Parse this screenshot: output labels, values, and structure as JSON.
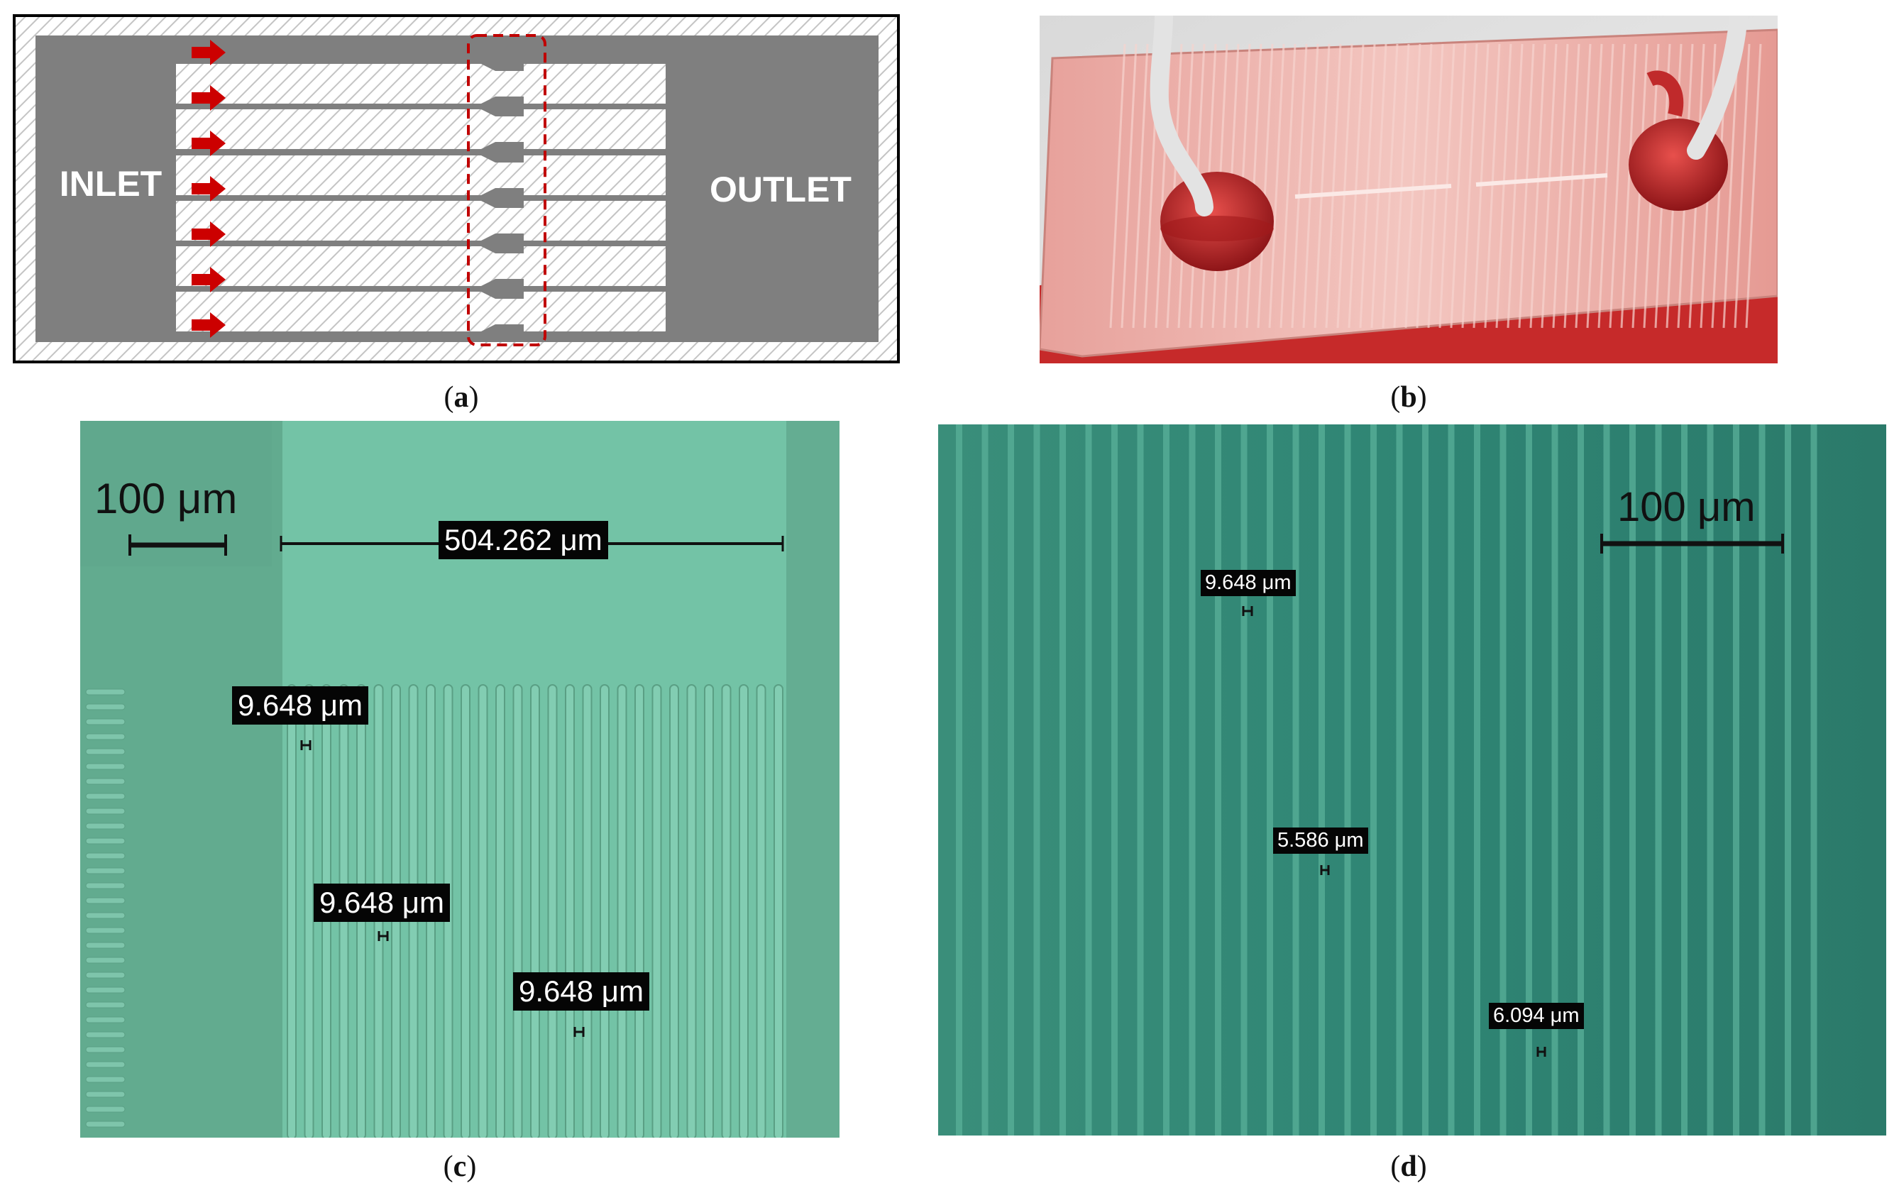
{
  "panel_a": {
    "inlet_label": "INLET",
    "outlet_label": "OUTLET",
    "caption": "a",
    "colors": {
      "chip": "#7f7f7f",
      "arrow": "#cc0000",
      "hatch_bg": "#ffffff",
      "hatch_line": "#c8c8c8",
      "highlight": "#c00000"
    }
  },
  "panel_b": {
    "caption": "b",
    "colors": {
      "chip": "#e9a6a0",
      "fluid": "#c8262a",
      "tube": "#e6e6e6"
    }
  },
  "panel_c": {
    "caption": "c",
    "scale_bar_label": "100 μm",
    "width_label": "504.262 μm",
    "measurements": [
      "9.648 μm",
      "9.648 μm",
      "9.648 μm"
    ],
    "colors": {
      "field": "#6fbfa1",
      "side": "#64ad92"
    }
  },
  "panel_d": {
    "caption": "d",
    "scale_bar_label": "100 μm",
    "measurements": [
      "9.648 μm",
      "5.586 μm",
      "6.094 μm"
    ],
    "colors": {
      "field": "#2e8272",
      "stripe": "#4fa691"
    }
  }
}
